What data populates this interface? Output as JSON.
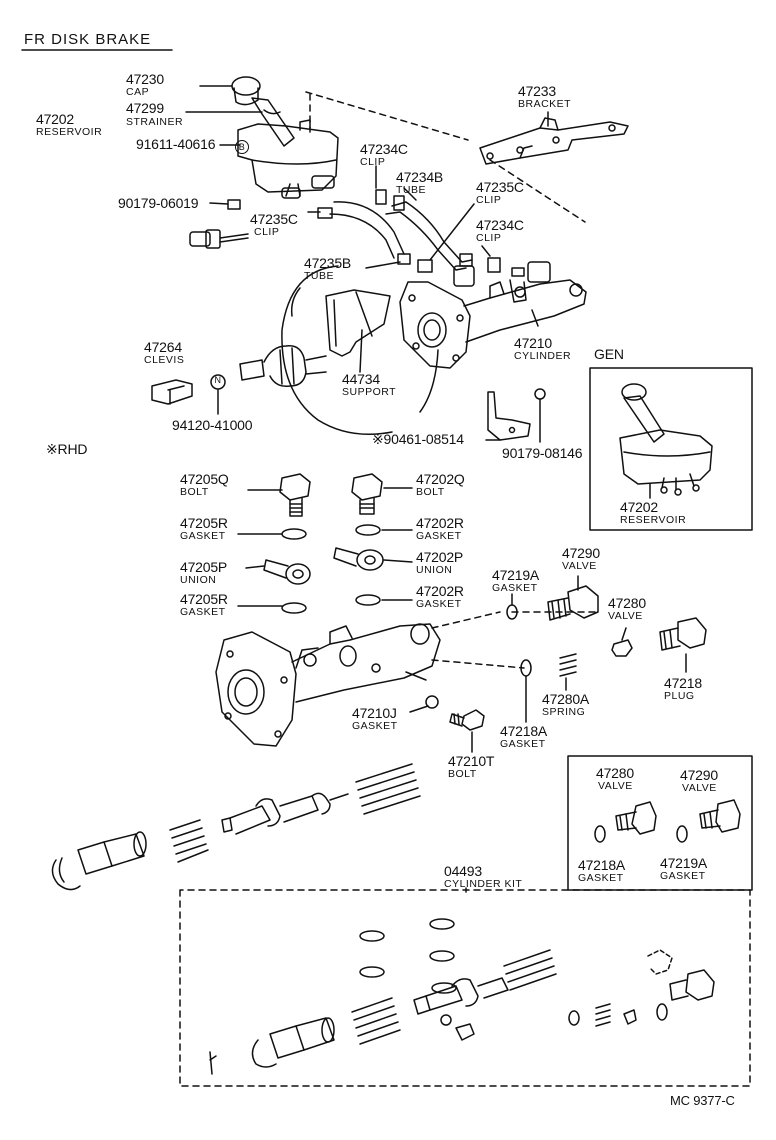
{
  "title": "FR DISK BRAKE",
  "footer_code": "MC 9377-C",
  "sections": {
    "gen": "GEN",
    "rhd": "※RHD"
  },
  "parts": {
    "p47230": {
      "number": "47230",
      "name": "CAP"
    },
    "p47299": {
      "number": "47299",
      "name": "STRAINER"
    },
    "p47202_main": {
      "number": "47202",
      "name": "RESERVOIR"
    },
    "p91611": {
      "number": "91611-40616",
      "badge": "B"
    },
    "p90179a": {
      "number": "90179-06019"
    },
    "p47235c_a": {
      "number": "47235C",
      "name": "CLIP"
    },
    "p47233": {
      "number": "47233",
      "name": "BRACKET"
    },
    "p47234c_a": {
      "number": "47234C",
      "name": "CLIP"
    },
    "p47234b": {
      "number": "47234B",
      "name": "TUBE"
    },
    "p47235c_b": {
      "number": "47235C",
      "name": "CLIP"
    },
    "p47234c_b": {
      "number": "47234C",
      "name": "CLIP"
    },
    "p47235b": {
      "number": "47235B",
      "name": "TUBE"
    },
    "p47210": {
      "number": "47210",
      "name": "CYLINDER"
    },
    "p47264": {
      "number": "47264",
      "name": "CLEVIS"
    },
    "p44734": {
      "number": "44734",
      "name": "SUPPORT"
    },
    "p94120": {
      "number": "94120-41000",
      "badge": "N"
    },
    "p90461": {
      "number": "※90461-08514"
    },
    "p90179b": {
      "number": "90179-08146"
    },
    "p47202_gen": {
      "number": "47202",
      "name": "RESERVOIR"
    },
    "p47205q": {
      "number": "47205Q",
      "name": "BOLT"
    },
    "p47202q": {
      "number": "47202Q",
      "name": "BOLT"
    },
    "p47205r_a": {
      "number": "47205R",
      "name": "GASKET"
    },
    "p47202r_a": {
      "number": "47202R",
      "name": "GASKET"
    },
    "p47205p": {
      "number": "47205P",
      "name": "UNION"
    },
    "p47202p": {
      "number": "47202P",
      "name": "UNION"
    },
    "p47205r_b": {
      "number": "47205R",
      "name": "GASKET"
    },
    "p47202r_b": {
      "number": "47202R",
      "name": "GASKET"
    },
    "p47219a": {
      "number": "47219A",
      "name": "GASKET"
    },
    "p47290": {
      "number": "47290",
      "name": "VALVE"
    },
    "p47280": {
      "number": "47280",
      "name": "VALVE"
    },
    "p47218": {
      "number": "47218",
      "name": "PLUG"
    },
    "p47280a": {
      "number": "47280A",
      "name": "SPRING"
    },
    "p47210j": {
      "number": "47210J",
      "name": "GASKET"
    },
    "p47218a": {
      "number": "47218A",
      "name": "GASKET"
    },
    "p47210t": {
      "number": "47210T",
      "name": "BOLT"
    },
    "k47280": {
      "number": "47280",
      "name": "VALVE"
    },
    "k47290": {
      "number": "47290",
      "name": "VALVE"
    },
    "k47218a": {
      "number": "47218A",
      "name": "GASKET"
    },
    "k47219a": {
      "number": "47219A",
      "name": "GASKET"
    },
    "p04493": {
      "number": "04493",
      "name": "CYLINDER KIT"
    }
  }
}
